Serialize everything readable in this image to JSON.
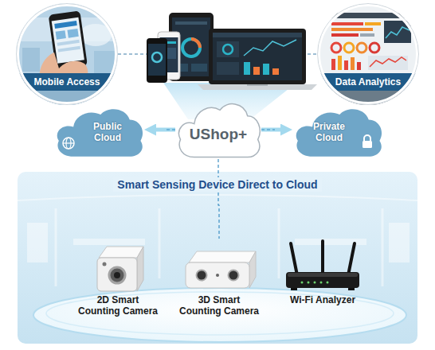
{
  "diagram": {
    "nodes": [
      {
        "text": [
          "Mobile Access"
        ]
      },
      {
        "text": [
          "Data Analytics"
        ]
      },
      {
        "text": [
          "Public Cloud"
        ]
      },
      {
        "text": [
          "UShop+"
        ]
      },
      {
        "text": [
          "Private Cloud"
        ]
      },
      {
        "text": [
          "Smart Sensing Device Direct to Cloud"
        ]
      },
      {
        "text": [
          "2D Smart Counting Camera"
        ],
        "in": 5
      },
      {
        "text": [
          "3D Smart Counting Camera"
        ],
        "in": 5
      },
      {
        "text": [
          "Wi-Fi Analyzer"
        ],
        "in": 5
      }
    ],
    "edges": [
      {
        "from": 0,
        "to": 1,
        "arrow": "none"
      },
      {
        "from": 3,
        "to": 2,
        "arrow": "to"
      },
      {
        "from": 3,
        "to": 4,
        "arrow": "to"
      },
      {
        "from": 3,
        "to": 6,
        "arrow": "none"
      },
      {
        "from": 3,
        "to": 7,
        "arrow": "none"
      },
      {
        "from": 3,
        "to": 8,
        "arrow": "none"
      }
    ]
  }
}
